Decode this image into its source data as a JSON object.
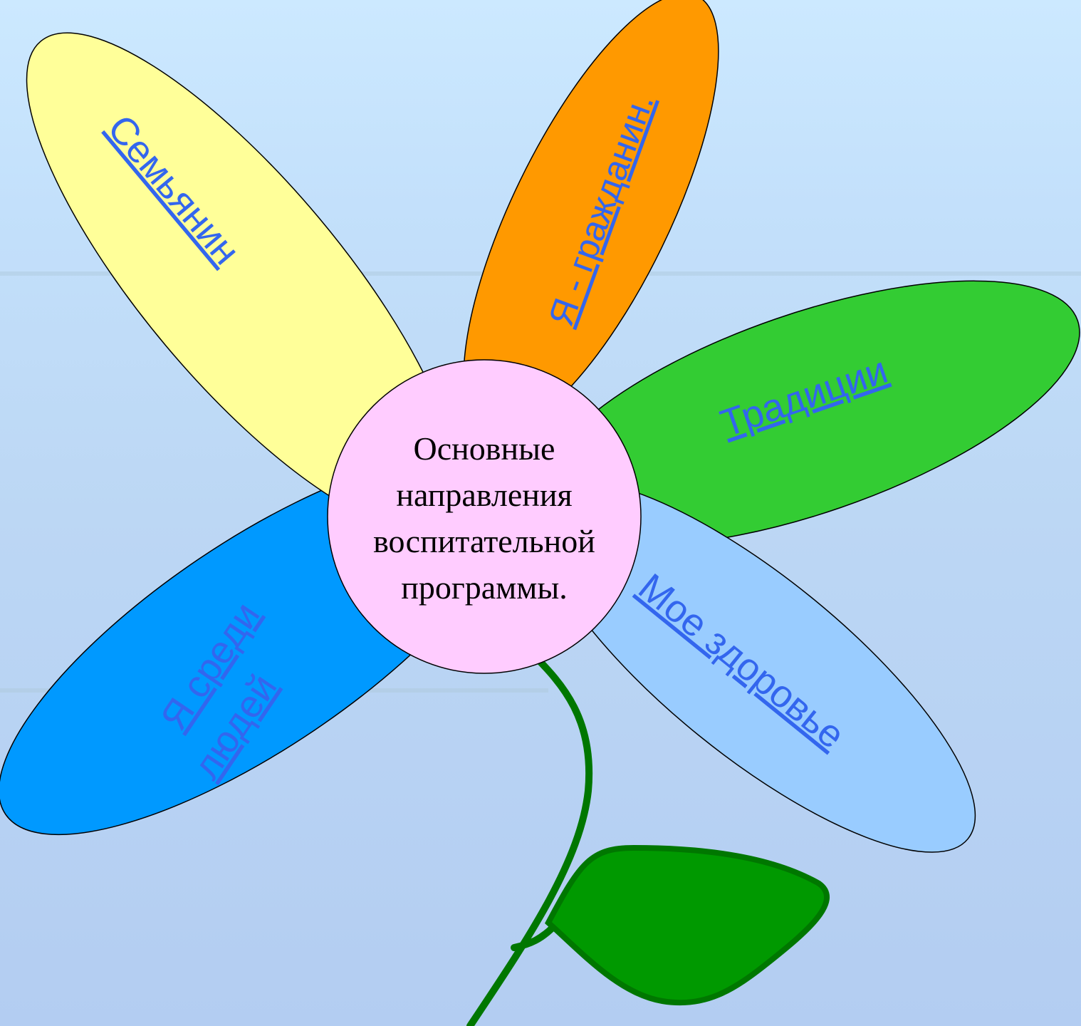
{
  "center": {
    "lines": [
      "Основные",
      "направления",
      "воспитательной",
      "программы."
    ]
  },
  "petals": [
    {
      "id": "semyanin",
      "label": "Семьянин",
      "color": "#ffff99"
    },
    {
      "id": "grazhdanin",
      "label": "Я - гражданин.",
      "color": "#ff9900"
    },
    {
      "id": "traditsii",
      "label": "Традиции",
      "color": "#33cc33"
    },
    {
      "id": "zdorovie",
      "label": "Мое здоровье",
      "color": "#99ccff"
    },
    {
      "id": "sredi-lyudey",
      "label_line1": "Я  среди",
      "label_line2": "людей",
      "color": "#0099ff"
    }
  ],
  "colors": {
    "center_fill": "#ffccff",
    "stem": "#007700",
    "leaf": "#009900",
    "link": "#3366ee"
  }
}
